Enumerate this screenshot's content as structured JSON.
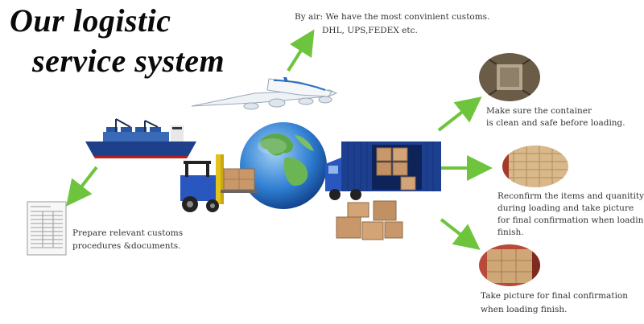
{
  "title": {
    "line1": "Our logistic",
    "line2": "service system"
  },
  "air": {
    "line1": "By air: We have the most convinient customs.",
    "line2": "DHL, UPS,FEDEX etc."
  },
  "container": {
    "line1": "Make sure the container",
    "line2": "is clean and safe before loading."
  },
  "reconfirm": {
    "line1": "Reconfirm the items and quanitity",
    "line2": "during loading and take picture",
    "line3": "for final confirmation when loading",
    "line4": "finish."
  },
  "final": {
    "line1": "Take picture for final confirmation",
    "line2": "when loading finish."
  },
  "customs": {
    "line1": "Prepare relevant customs",
    "line2": "procedures &documents."
  },
  "colors": {
    "arrow": "#6ec43c",
    "truck_blue": "#1d3f8f",
    "globe_blue": "#2a6fc0",
    "box": "#c9986a"
  }
}
